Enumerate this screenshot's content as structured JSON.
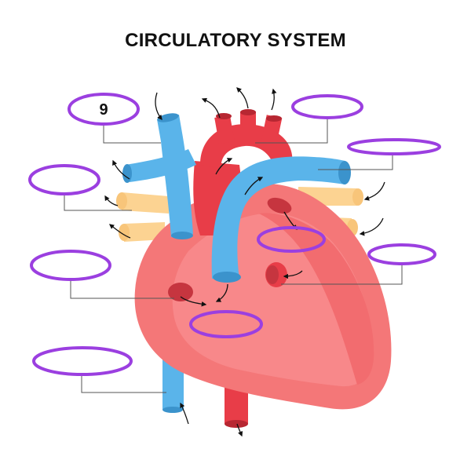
{
  "title": "CIRCULATORY SYSTEM",
  "colors": {
    "label_ring": "#9b3fe0",
    "leader_line": "#555555",
    "vein_blue": "#5ab4ea",
    "artery_red": "#e83d48",
    "heart_pink": "#f47778",
    "fat_yellow": "#fcd392"
  },
  "labels": [
    {
      "id": "label-1",
      "text": "9"
    },
    {
      "id": "label-2",
      "text": ""
    },
    {
      "id": "label-3",
      "text": ""
    },
    {
      "id": "label-4",
      "text": ""
    },
    {
      "id": "label-5",
      "text": ""
    },
    {
      "id": "label-6",
      "text": ""
    },
    {
      "id": "label-7",
      "text": ""
    },
    {
      "id": "label-8",
      "text": ""
    },
    {
      "id": "label-9",
      "text": ""
    },
    {
      "id": "label-10",
      "text": ""
    }
  ]
}
